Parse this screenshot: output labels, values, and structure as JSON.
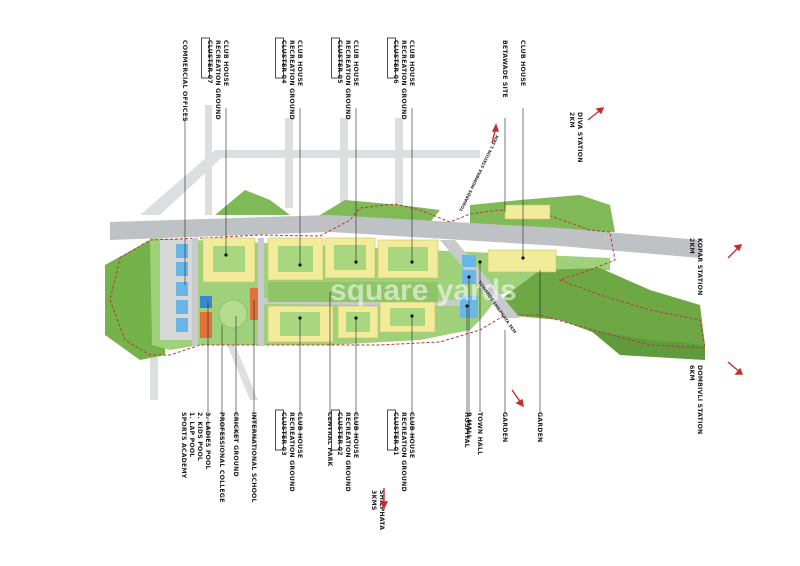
{
  "watermark": "square yards",
  "top_labels": [
    {
      "id": "commercial-offices",
      "lines": [
        "COMMERCIAL OFFICES"
      ]
    },
    {
      "id": "cluster-07",
      "cluster": "CLUSTER 07",
      "lines": [
        "RECREATION GROUND",
        "CLUB HOUSE"
      ]
    },
    {
      "id": "cluster-04",
      "cluster": "CLUSTER 04",
      "lines": [
        "RECREATION GROUND",
        "CLUB HOUSE"
      ]
    },
    {
      "id": "cluster-05",
      "cluster": "CLUSTER 05",
      "lines": [
        "RECREATION GROUND",
        "CLUB HOUSE"
      ]
    },
    {
      "id": "cluster-06",
      "cluster": "CLUSTER 06",
      "lines": [
        "RECREATION GROUND",
        "CLUB HOUSE"
      ]
    },
    {
      "id": "betawade-site",
      "lines": [
        "BETAWADE SITE"
      ]
    },
    {
      "id": "club-house-top",
      "lines": [
        "CLUB HOUSE"
      ]
    }
  ],
  "bottom_labels": [
    {
      "id": "sports-academy",
      "lines": [
        "SPORTS ACADEMY",
        "1. LAP POOL",
        "2. KIDS POOL",
        "3. LADIES POOL"
      ]
    },
    {
      "id": "professional-college",
      "lines": [
        "PROFESSIONAL COLLEGE"
      ]
    },
    {
      "id": "cricket-ground",
      "lines": [
        "CRICKET GROUND"
      ]
    },
    {
      "id": "international-school",
      "lines": [
        "INTERNATIONAL SCHOOL"
      ]
    },
    {
      "id": "cluster-03",
      "cluster": "CLUSTER 03",
      "lines": [
        "RECREATION GROUND",
        "CLUB HOUSE"
      ]
    },
    {
      "id": "central-park",
      "lines": [
        "CENTRAL PARK"
      ]
    },
    {
      "id": "cluster-02",
      "cluster": "CLUSTER 02",
      "lines": [
        "RECREATION GROUND",
        "CLUB HOUSE"
      ]
    },
    {
      "id": "cluster-01",
      "cluster": "CLUSTER 01",
      "lines": [
        "RECREATION GROUND",
        "CLUB HOUSE"
      ]
    },
    {
      "id": "hospital",
      "lines": [
        "HOSPITAL"
      ]
    },
    {
      "id": "r-mall",
      "lines": [
        "R MALL"
      ]
    },
    {
      "id": "town-hall",
      "lines": [
        "TOWN HALL"
      ]
    },
    {
      "id": "garden-1",
      "lines": [
        "GARDEN"
      ]
    },
    {
      "id": "garden-2",
      "lines": [
        "GARDEN"
      ]
    }
  ],
  "stations": [
    {
      "id": "diva",
      "lines": [
        "DIVA STATION",
        "2KM"
      ]
    },
    {
      "id": "kopar",
      "lines": [
        "KOPAR STATION",
        "2KM"
      ]
    },
    {
      "id": "dombivli",
      "lines": [
        "DOMBIVLI STATION",
        "6KM"
      ]
    },
    {
      "id": "shilphata",
      "lines": [
        "SHILPHATA",
        "3KMS"
      ]
    }
  ],
  "road_labels": {
    "mumbra": "TOWARDS MUMBRA STATION 1.5KM",
    "shilphata": "TOWARDS SHILPHATA 3KM"
  },
  "colors": {
    "road": "#bfc2c4",
    "green_dark": "#6da844",
    "green_light": "#9fd17a",
    "building": "#f2ec9a",
    "boundary": "#b73a3a",
    "water": "#69b7e8",
    "arrow": "#c92c2c",
    "orange": "#e2703a"
  }
}
